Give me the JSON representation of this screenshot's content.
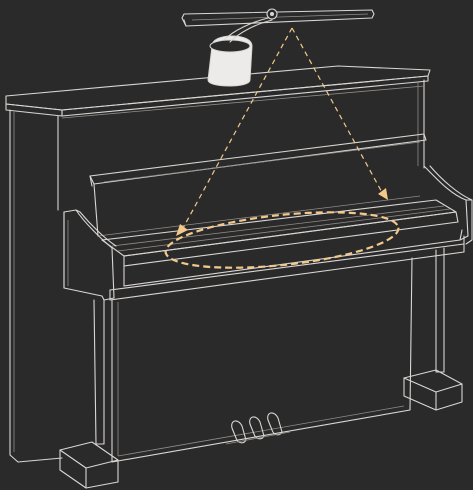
{
  "colors": {
    "background": "#2b2a2a",
    "line_art": "#d9d7d4",
    "light_beam": "#f2c98a"
  },
  "illustration": {
    "subject": "upright-piano",
    "accessory": "piano-lamp",
    "annotation": "light-coverage-area"
  }
}
